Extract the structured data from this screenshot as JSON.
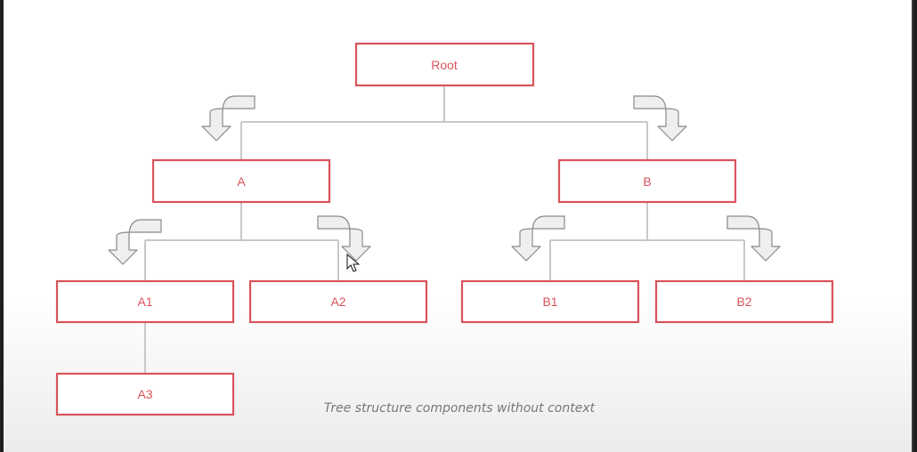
{
  "diagram": {
    "nodes": [
      {
        "id": "root",
        "label": "Root"
      },
      {
        "id": "a",
        "label": "A"
      },
      {
        "id": "b",
        "label": "B"
      },
      {
        "id": "a1",
        "label": "A1"
      },
      {
        "id": "a2",
        "label": "A2"
      },
      {
        "id": "b1",
        "label": "B1"
      },
      {
        "id": "b2",
        "label": "B2"
      },
      {
        "id": "a3",
        "label": "A3"
      }
    ],
    "edges": [
      [
        "root",
        "a"
      ],
      [
        "root",
        "b"
      ],
      [
        "a",
        "a1"
      ],
      [
        "a",
        "a2"
      ],
      [
        "b",
        "b1"
      ],
      [
        "b",
        "b2"
      ],
      [
        "a1",
        "a3"
      ]
    ],
    "colors": {
      "node_border": "#d9545b",
      "node_text": "#d9545b",
      "connector": "#c8c8c8",
      "arrow_fill": "#efefef",
      "arrow_stroke": "#8a8a8a"
    }
  },
  "caption": "Tree structure components without context"
}
